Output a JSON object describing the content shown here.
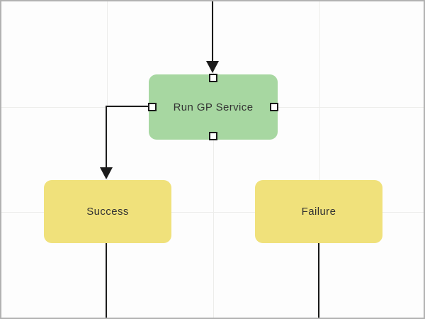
{
  "canvas": {
    "background_color": "#fdfdfd",
    "border_color": "#b2b2b2",
    "gridline_color": "#ededeb"
  },
  "diagram": {
    "connector_color": "#1b1b1b",
    "text_color": "#333333",
    "selection_handle_fill": "#ffffff",
    "selection_handle_border": "#1b1b1b",
    "nodes": [
      {
        "id": "run-gp-service",
        "label": "Run GP Service",
        "fill": "#a7d7a1",
        "selected": true
      },
      {
        "id": "success",
        "label": "Success",
        "fill": "#f0e17b",
        "selected": false
      },
      {
        "id": "failure",
        "label": "Failure",
        "fill": "#f0e17b",
        "selected": false
      }
    ]
  }
}
